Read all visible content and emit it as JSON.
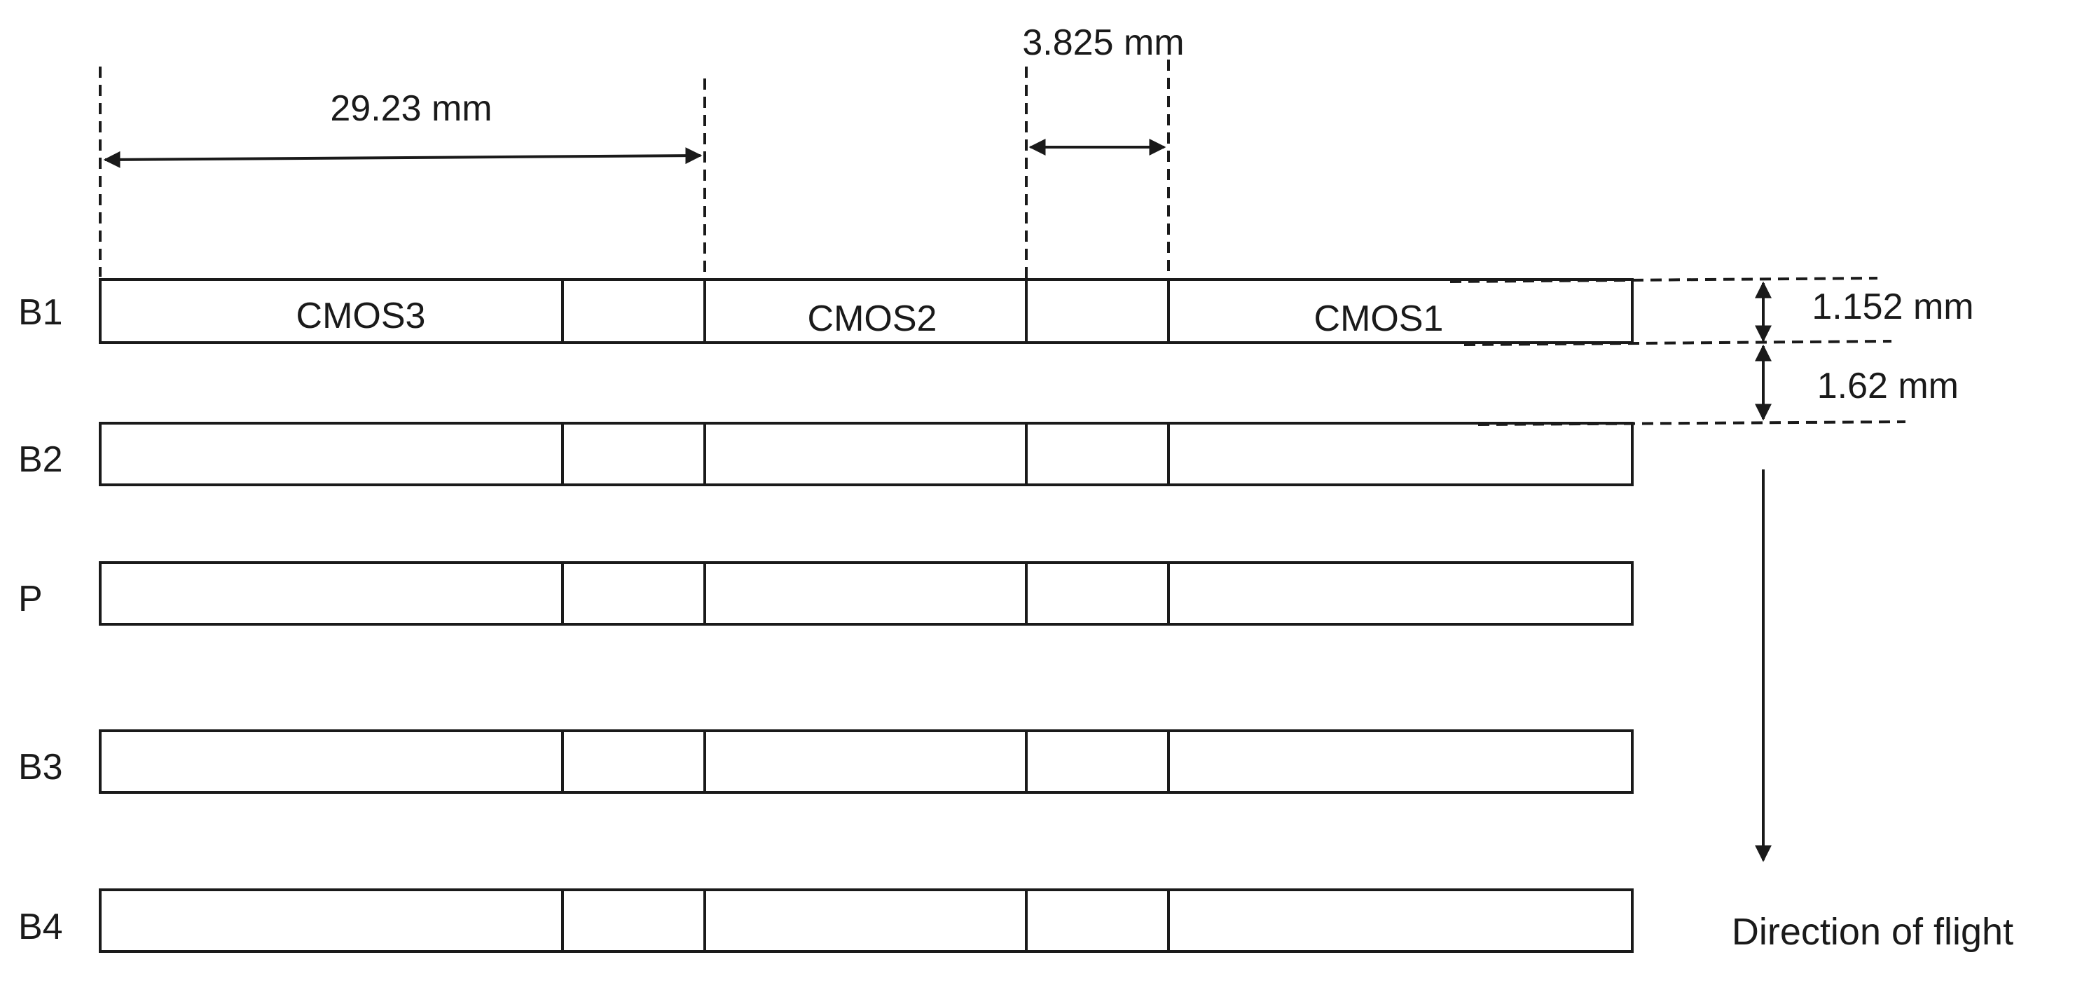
{
  "bands": [
    {
      "label": "B1"
    },
    {
      "label": "B2"
    },
    {
      "label": "P"
    },
    {
      "label": "B3"
    },
    {
      "label": "B4"
    }
  ],
  "cmos_labels": [
    "CMOS3",
    "CMOS2",
    "CMOS1"
  ],
  "dimensions": {
    "cmos_width": "29.23 mm",
    "gap_width": "3.825 mm",
    "band_height": "1.152 mm",
    "band_spacing": "1.62 mm"
  },
  "flight_direction": "Direction of flight"
}
